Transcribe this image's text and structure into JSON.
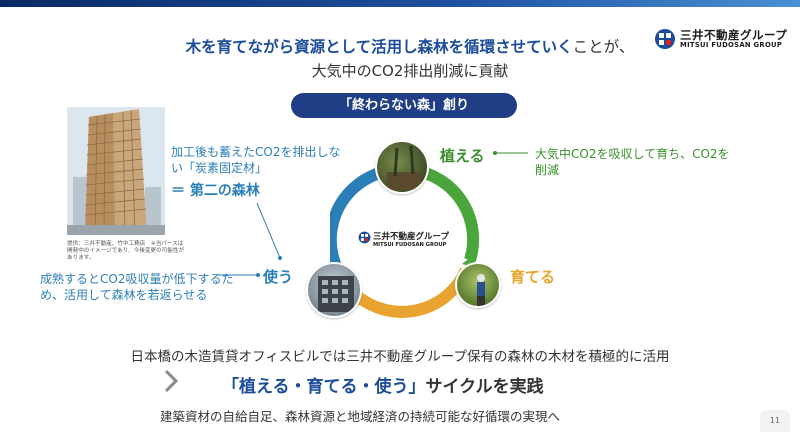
{
  "brand": {
    "logo_ja": "三井不動産グループ",
    "logo_en": "MITSUI FUDOSAN GROUP",
    "logo_colors": {
      "red": "#d7261e",
      "blue": "#1b4c9b"
    }
  },
  "headline": {
    "emphasis": "木を育てながら資源として活用し森林を循環させていく",
    "rest": "ことが、",
    "line2": "大気中のCO2排出削減に貢献"
  },
  "pill": {
    "label": "「終わらない森」創り"
  },
  "building": {
    "caption": "提供：三井不動産、竹中工務店　※当パースは開発中のイメージであり、今後変更の可能性があります。"
  },
  "notes": {
    "left_top": "加工後も蓄えたCO2を排出しない「炭素固定材」",
    "left_em": "＝ 第二の森林",
    "right": "大気中CO2を吸収して育ち、CO2を削減",
    "bottom_left": "成熟するとCO2吸収量が低下するため、活用して森林を若返らせる"
  },
  "cycle": {
    "plant": "植える",
    "grow": "育てる",
    "use": "使う",
    "colors": {
      "green": "#3a8f2d",
      "yellow": "#e8a42e",
      "blue": "#2a7fb8"
    }
  },
  "bottom": {
    "line1": "日本橋の木造賃貸オフィスビルでは三井不動産グループ保有の森林の木材を積極的に活用",
    "line2_quote": "「植える・育てる・使う」",
    "line2_rest": "サイクルを実践",
    "line3": "建築資材の自給自足、森林資源と地域経済の持続可能な好循環の実現へ"
  },
  "page": {
    "number": "11"
  }
}
